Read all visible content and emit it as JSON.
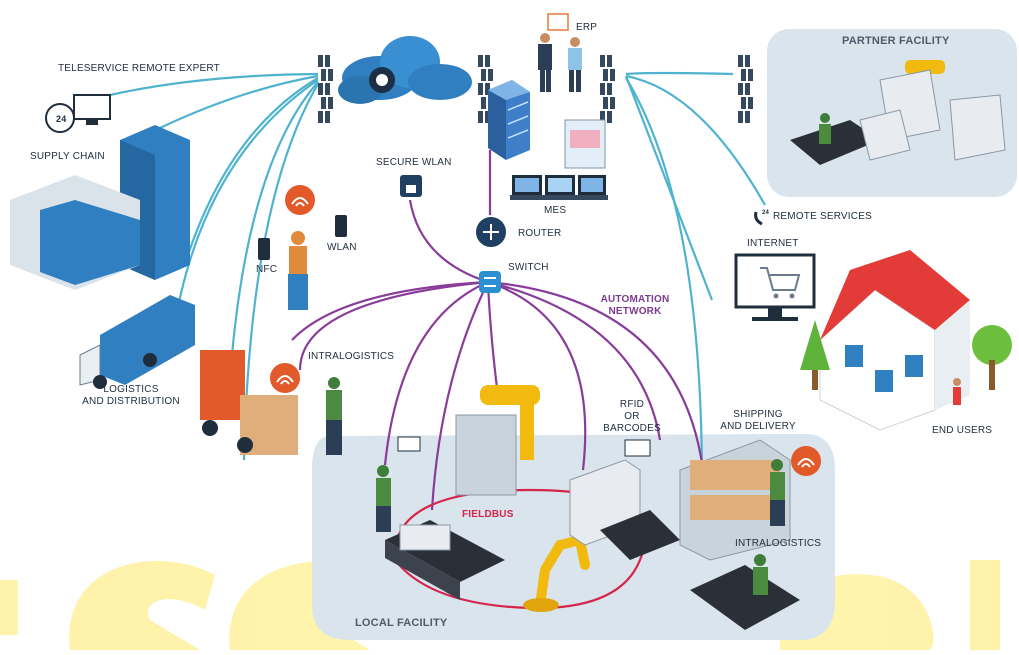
{
  "labels": {
    "teleservice": "TELESERVICE REMOTE EXPERT",
    "supply_chain": "SUPPLY CHAIN",
    "logistics_line1": "LOGISTICS",
    "logistics_line2": "AND DISTRIBUTION",
    "erp": "ERP",
    "partner_facility": "PARTNER FACILITY",
    "secure_wlan": "SECURE WLAN",
    "mes": "MES",
    "router": "ROUTER",
    "switch": "SWITCH",
    "nfc": "NFC",
    "wlan": "WLAN",
    "remote_services": "REMOTE SERVICES",
    "internet": "INTERNET",
    "automation_line1": "AUTOMATION",
    "automation_line2": "NETWORK",
    "intralogistics_left": "INTRALOGISTICS",
    "rfid_line1": "RFID",
    "rfid_line2": "OR",
    "rfid_line3": "BARCODES",
    "shipping_line1": "SHIPPING",
    "shipping_line2": "AND DELIVERY",
    "end_users": "END USERS",
    "fieldbus": "FIELDBUS",
    "intralogistics_right": "INTRALOGISTICS",
    "local_facility": "LOCAL FACILITY",
    "badge_24": "24",
    "badge_24_small": "24"
  },
  "colors": {
    "cloud_link": "#4fb3cf",
    "automation_link": "#8a3c9a",
    "fieldbus_ring": "#d6254b",
    "facility_bg": "#d9e4ec",
    "partner_bg": "#d9e4ec",
    "watermark": "#fff3a8",
    "cloud": "#2f7fc1",
    "robot": "#f2b90f"
  },
  "icons": [
    "firewall-icon",
    "cloud-icon",
    "server-icon",
    "router-icon",
    "switch-icon",
    "phone-icon",
    "wifi-icon",
    "house-icon",
    "cart-icon",
    "tree-icon",
    "robot-arm-icon",
    "truck-icon",
    "forklift-icon",
    "building-icon",
    "monitor-icon",
    "barcode-scanner-icon",
    "worker-icon",
    "conveyor-icon"
  ]
}
